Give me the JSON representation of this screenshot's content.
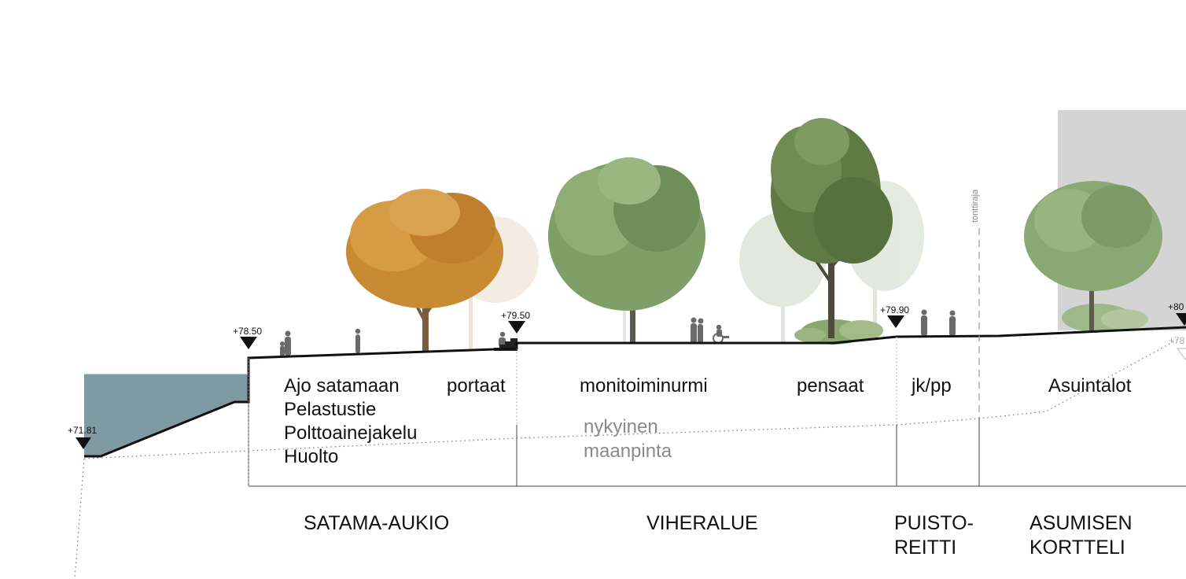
{
  "elevations": {
    "left_water": "+71.81",
    "quay": "+78.50",
    "stairs_top": "+79.50",
    "path": "+79.90",
    "right_edge": "+80",
    "right_edge_existing": "+78"
  },
  "property_line_label": "tonttiraja",
  "function_labels": {
    "satama_lines": [
      "Ajo satamaan",
      "Pelastustie",
      "Polttoainejakelu",
      "Huolto"
    ],
    "portaat": "portaat",
    "monitoiminurmi": "monitoiminurmi",
    "pensaat": "pensaat",
    "jkpp": "jk/pp",
    "asuintalot": "Asuintalot"
  },
  "existing_ground_lines": [
    "nykyinen",
    "maanpinta"
  ],
  "zones": {
    "satama": [
      "SATAMA-AUKIO"
    ],
    "viher": [
      "VIHERALUE"
    ],
    "puisto": [
      "PUISTO-",
      "REITTI"
    ],
    "asumisen": [
      "ASUMISEN",
      "KORTTELI"
    ]
  },
  "colors": {
    "water": "#7f9aa3",
    "building": "#d4d4d4",
    "autumn_tree": "#c98a34",
    "green_tree": "#7f9e68",
    "dark_tree": "#5f7a45",
    "faded_tree": "#c9d3c2",
    "figure": "#6a6a6a",
    "ground_line": "#111111"
  },
  "icons": [
    "elevation-marker-icon",
    "tree-icon",
    "person-icon",
    "wheelchair-icon",
    "shrub-icon"
  ]
}
